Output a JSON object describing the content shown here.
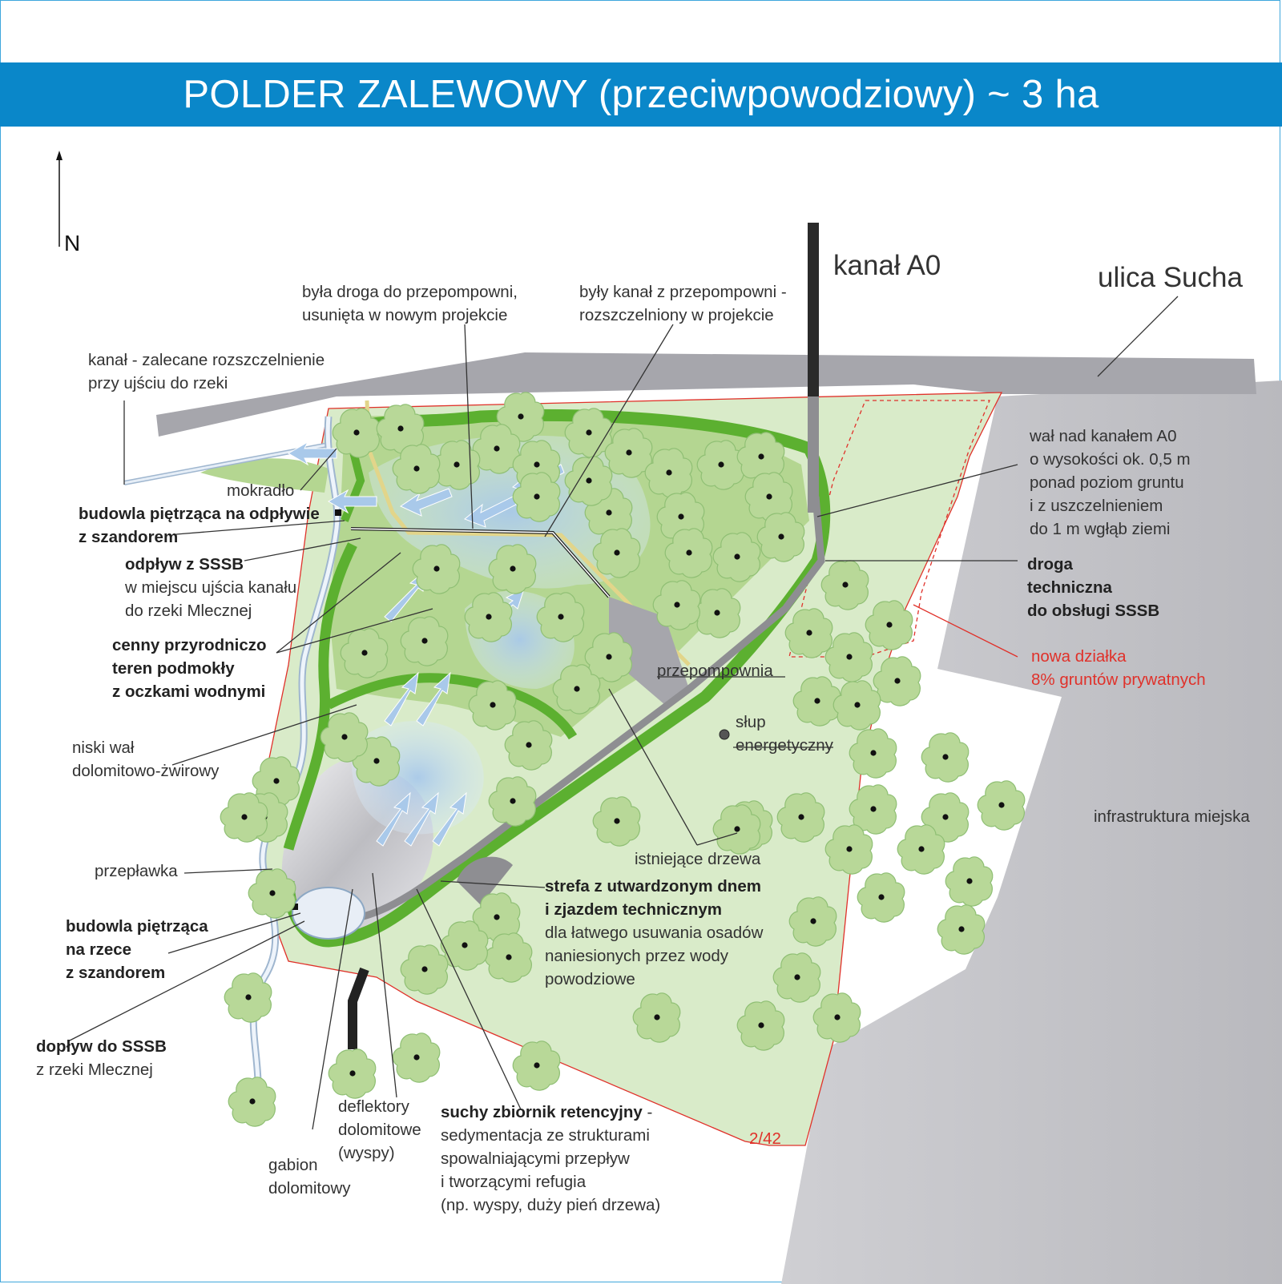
{
  "title": "POLDER ZALEWOWY (przeciwpowodziowy) ~ 3 ha",
  "north": "N",
  "colors": {
    "title_bg": "#0a87c9",
    "meadow": "#d9ebc9",
    "wetland": "#b4d691",
    "embankment": "#5cb030",
    "water": "#a9c9ea",
    "road": "#a6a6ac",
    "urban": "#cfcfd3",
    "tree": "#b8d898",
    "plot_line": "#e0312a"
  },
  "labels": {
    "kanal_a0": "kanał A0",
    "ulica_sucha": "ulica Sucha",
    "byla_droga_1": "była droga do przepompowni,",
    "byla_droga_2": "usunięta w nowym projekcie",
    "byly_kanal_1": "były kanał z przepompowni -",
    "byly_kanal_2": "rozszczelniony w projekcie",
    "kanal_zalecane_1": "kanał - zalecane rozszczelnienie",
    "kanal_zalecane_2": "przy ujściu do rzeki",
    "wal_1": "wał nad kanałem A0",
    "wal_2": "o wysokości ok. 0,5 m",
    "wal_3": "ponad poziom gruntu",
    "wal_4": "i z uszczelnieniem",
    "wal_5": "do 1 m wgłąb ziemi",
    "mokradlo": "mokradło",
    "budowla_odplyw_1": "budowla piętrząca na odpływie",
    "budowla_odplyw_2": "z szandorem",
    "odplyw_1": "odpływ z SSSB",
    "odplyw_2": "w miejscu ujścia kanału",
    "odplyw_3": "do rzeki Mlecznej",
    "droga_1": "droga",
    "droga_2": "techniczna",
    "droga_3": "do obsługi SSSB",
    "nowa_dzialka_1": "nowa działka",
    "nowa_dzialka_2": "8% gruntów prywatnych",
    "cenny_1": "cenny przyrodniczo",
    "cenny_2": "teren podmokły",
    "cenny_3": "z oczkami wodnymi",
    "przepompownia": "przepompownia",
    "slup_1": "słup",
    "slup_2": "energetyczny",
    "niski_wal_1": "niski wał",
    "niski_wal_2": "dolomitowo-żwirowy",
    "infrastruktura": "infrastruktura miejska",
    "istniejace": "istniejące drzewa",
    "przeplawka": "przepławka",
    "strefa_1": "strefa z utwardzonym dnem",
    "strefa_2": "i zjazdem technicznym",
    "strefa_3": "dla łatwego usuwania osadów",
    "strefa_4": "naniesionych przez wody",
    "strefa_5": "powodziowe",
    "budowla_rzeka_1": "budowla piętrząca",
    "budowla_rzeka_2": "na rzece",
    "budowla_rzeka_3": "z szandorem",
    "doplyw_1": "dopływ do SSSB",
    "doplyw_2": "z rzeki Mlecznej",
    "deflektory_1": "deflektory",
    "deflektory_2": "dolomitowe",
    "deflektory_3": "(wyspy)",
    "gabion_1": "gabion",
    "gabion_2": "dolomitowy",
    "suchy_1": "suchy zbiornik retencyjny",
    "suchy_1b": " -",
    "suchy_2": "sedymentacja ze strukturami",
    "suchy_3": "spowalniającymi przepływ",
    "suchy_4": "i tworzącymi refugia",
    "suchy_5": "(np. wyspy, duży pień drzewa)",
    "plot_number": "2/42"
  }
}
